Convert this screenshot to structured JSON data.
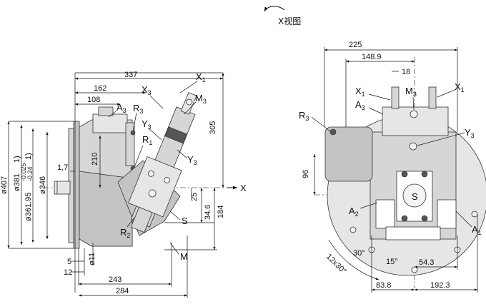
{
  "view_label": "X视图",
  "side_view": {
    "dims": {
      "d407": "ø407",
      "d381": "ø381",
      "d381_tol": "1)",
      "d361": "ø361.95",
      "d361_tol_a": "-0.025",
      "d361_tol_b": "-0.24",
      "d361_note": "1)",
      "d346": "ø346",
      "d11": "ø11",
      "v337": "337",
      "v162": "162",
      "v108": "108",
      "v305": "305",
      "v210": "210",
      "v25": "25",
      "v34_6": "34.6",
      "v184": "184",
      "v1_7": "1,7",
      "v5": "5",
      "v12": "12",
      "v243": "243",
      "v284": "284"
    },
    "labels": {
      "A3": "A",
      "A3_sub": "3",
      "R3": "R",
      "R3_sub": "3",
      "X3": "X",
      "X3_sub": "3",
      "X1": "X",
      "X1_sub": "1",
      "M3": "M",
      "M3_sub": "3",
      "Y3a": "Y",
      "Y3a_sub": "3",
      "R1": "R",
      "R1_sub": "1",
      "Y3b": "Y",
      "Y3b_sub": "3",
      "R2": "R",
      "R2_sub": "2",
      "S": "S",
      "M": "M",
      "X": "X"
    }
  },
  "front_view": {
    "dims": {
      "v225": "225",
      "v148_9": "148.9",
      "v18": "18",
      "v96": "96",
      "v12x30": "12x30°",
      "v30": "30°",
      "v15": "15°",
      "v54_3": "54.3",
      "v83_8": "83.8",
      "v192_3": "192.3"
    },
    "labels": {
      "R3": "R",
      "R3_sub": "3",
      "X1a": "X",
      "X1a_sub": "1",
      "A3": "A",
      "A3_sub": "3",
      "M3": "M",
      "M3_sub": "3",
      "X1b": "X",
      "X1b_sub": "1",
      "Y3": "Y",
      "Y3_sub": "3",
      "A2": "A",
      "A2_sub": "2",
      "S": "S",
      "A1": "A",
      "A1_sub": "1"
    }
  }
}
